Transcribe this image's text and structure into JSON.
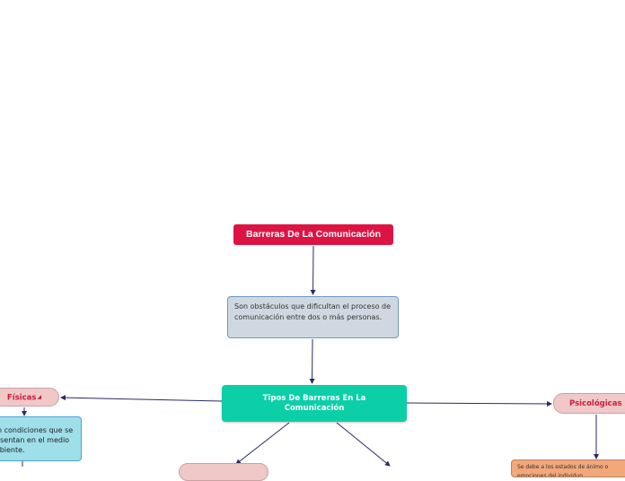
{
  "title": "Barreras De La Comunicación",
  "definition": "Son obstáculos que dificultan el proceso de comunicación entre dos o más personas.",
  "types_label": "Tipos De Barreras En La Comunicación",
  "branches": {
    "fisicas": {
      "label": "Físicas",
      "description": "Son condiciones que se presentan en el medio ambiente."
    },
    "psicologicas": {
      "label": "Psicológicas",
      "description": "Se debe a los estados de ánimo o emociones del individuo"
    }
  },
  "colors": {
    "title_bg": "#dd1443",
    "definition_bg": "#cfd8e0",
    "types_bg": "#0ccfa8",
    "branch_pill_bg": "#f0c8c8",
    "branch_text": "#d21a3e",
    "fisicas_desc_bg": "#9edfe9",
    "psicologicas_desc_bg": "#f3a77a",
    "connector": "#2a2a6a"
  }
}
